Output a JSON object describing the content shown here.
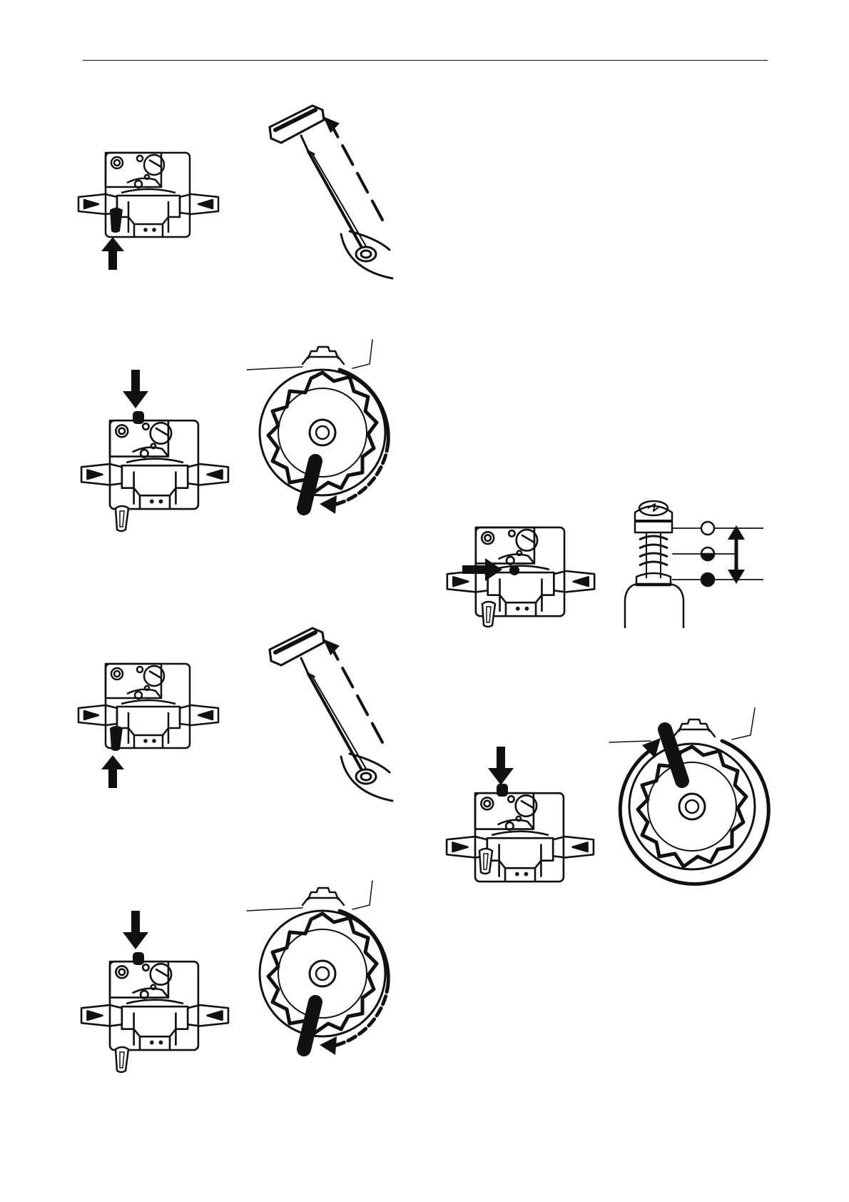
{
  "page": {
    "header_rule": true,
    "background": "#ffffff",
    "ink": "#111111"
  },
  "figures": [
    {
      "id": "step-1",
      "panels": [
        "carburetor-primer-up-arrow",
        "starter-handle-pull"
      ]
    },
    {
      "id": "step-2",
      "panels": [
        "carburetor-choke-press",
        "choke-lever-rotate-down"
      ]
    },
    {
      "id": "step-3",
      "panels": [
        "carburetor-primer-up-arrow",
        "starter-handle-pull"
      ]
    },
    {
      "id": "step-4",
      "panels": [
        "carburetor-choke-press",
        "choke-lever-rotate-down"
      ]
    },
    {
      "id": "step-5",
      "panels": [
        "carburetor-primer-side-press",
        "primer-bulb-positions"
      ]
    },
    {
      "id": "step-6",
      "panels": [
        "carburetor-choke-press",
        "choke-lever-rotate-up"
      ]
    }
  ],
  "primer_positions": [
    "open-circle",
    "half-filled-circle",
    "filled-circle"
  ],
  "icons": [
    "up-arrow-icon",
    "down-arrow-icon",
    "right-arrow-icon",
    "dashed-arrow-icon",
    "double-arrow-icon"
  ]
}
